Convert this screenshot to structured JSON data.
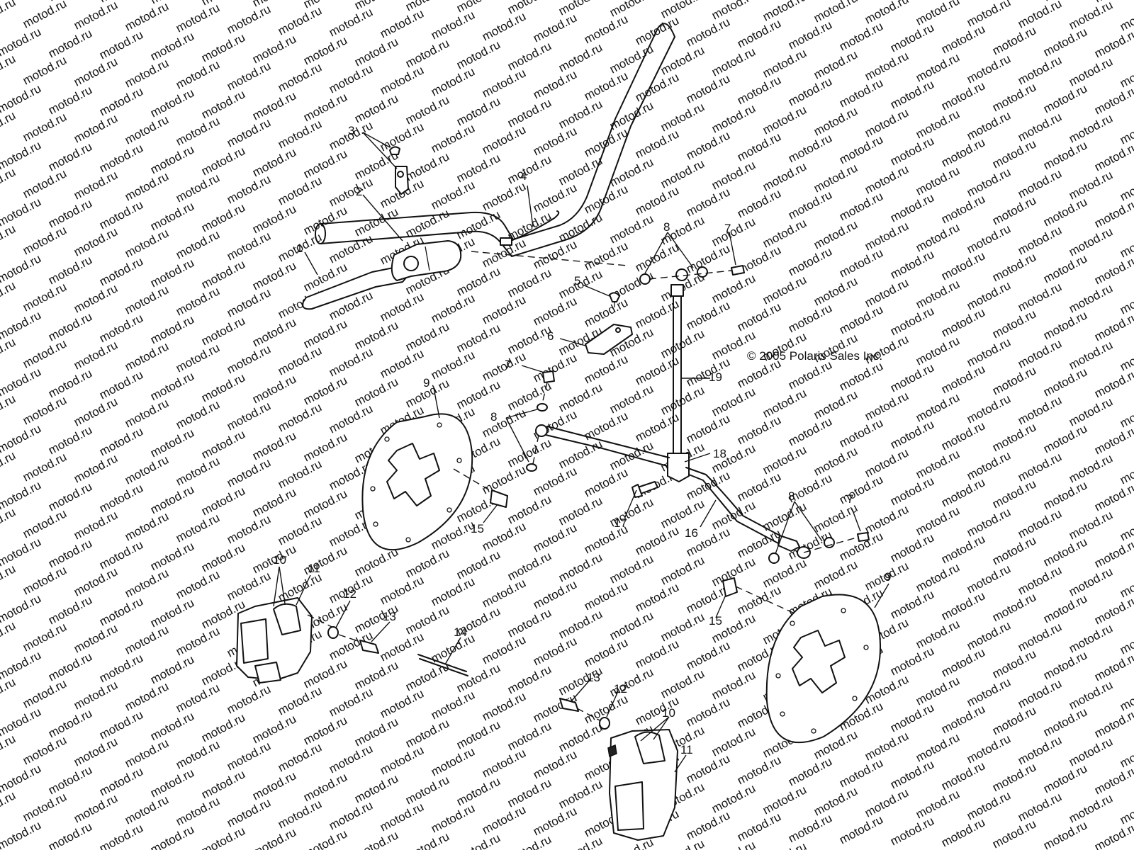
{
  "watermark": {
    "text": "motod.ru",
    "color": "#dcdcdc"
  },
  "copyright": "© 2005 Polaris Sales Inc.",
  "callouts": {
    "c1": "1",
    "c2": "2",
    "c3": "3",
    "c4": "4",
    "c5": "5",
    "c6": "6",
    "c7a": "7",
    "c7b": "7",
    "c7c": "7",
    "c8a": "8",
    "c8b": "8",
    "c8c": "8",
    "c9a": "9",
    "c9b": "9",
    "c10a": "10",
    "c10b": "10",
    "c11a": "11",
    "c11b": "11",
    "c12a": "12",
    "c12b": "12",
    "c13a": "13",
    "c13b": "13",
    "c14": "14",
    "c15a": "15",
    "c15b": "15",
    "c16": "16",
    "c17": "17",
    "c18": "18",
    "c19": "19"
  }
}
